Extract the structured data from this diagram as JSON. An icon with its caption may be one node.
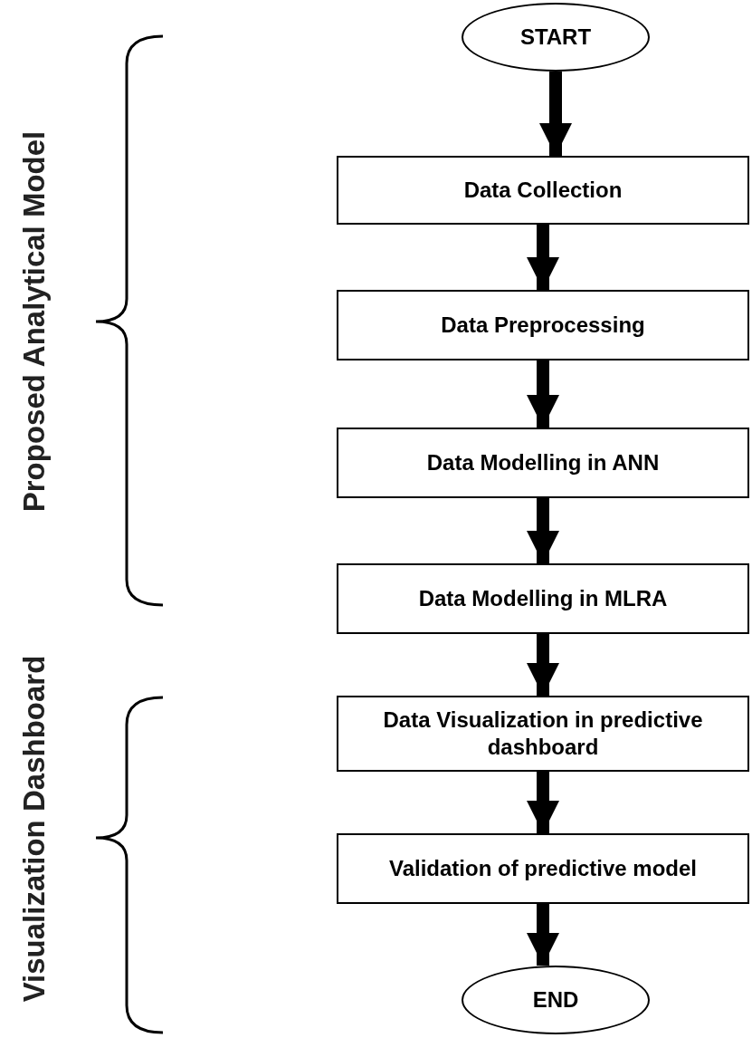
{
  "diagram": {
    "nodes": [
      {
        "text": [
          "START"
        ]
      },
      {
        "text": [
          "Data Collection"
        ]
      },
      {
        "text": [
          "Data Preprocessing"
        ]
      },
      {
        "text": [
          "Data Modelling in ANN"
        ]
      },
      {
        "text": [
          "Data Modelling in MLRA"
        ]
      },
      {
        "text": [
          "Data Visualization in predictive dashboard"
        ]
      },
      {
        "text": [
          "Validation of predictive model"
        ]
      },
      {
        "text": [
          "END"
        ]
      }
    ],
    "edges": [
      {
        "from": 0,
        "to": 1,
        "arrow": "to"
      },
      {
        "from": 1,
        "to": 2,
        "arrow": "to"
      },
      {
        "from": 2,
        "to": 3,
        "arrow": "to"
      },
      {
        "from": 3,
        "to": 4,
        "arrow": "to"
      },
      {
        "from": 4,
        "to": 5,
        "arrow": "to"
      },
      {
        "from": 5,
        "to": 6,
        "arrow": "to"
      },
      {
        "from": 6,
        "to": 7,
        "arrow": "to"
      }
    ],
    "labels": [
      "Proposed Analytical Model",
      "Visualization Dashboard"
    ]
  }
}
